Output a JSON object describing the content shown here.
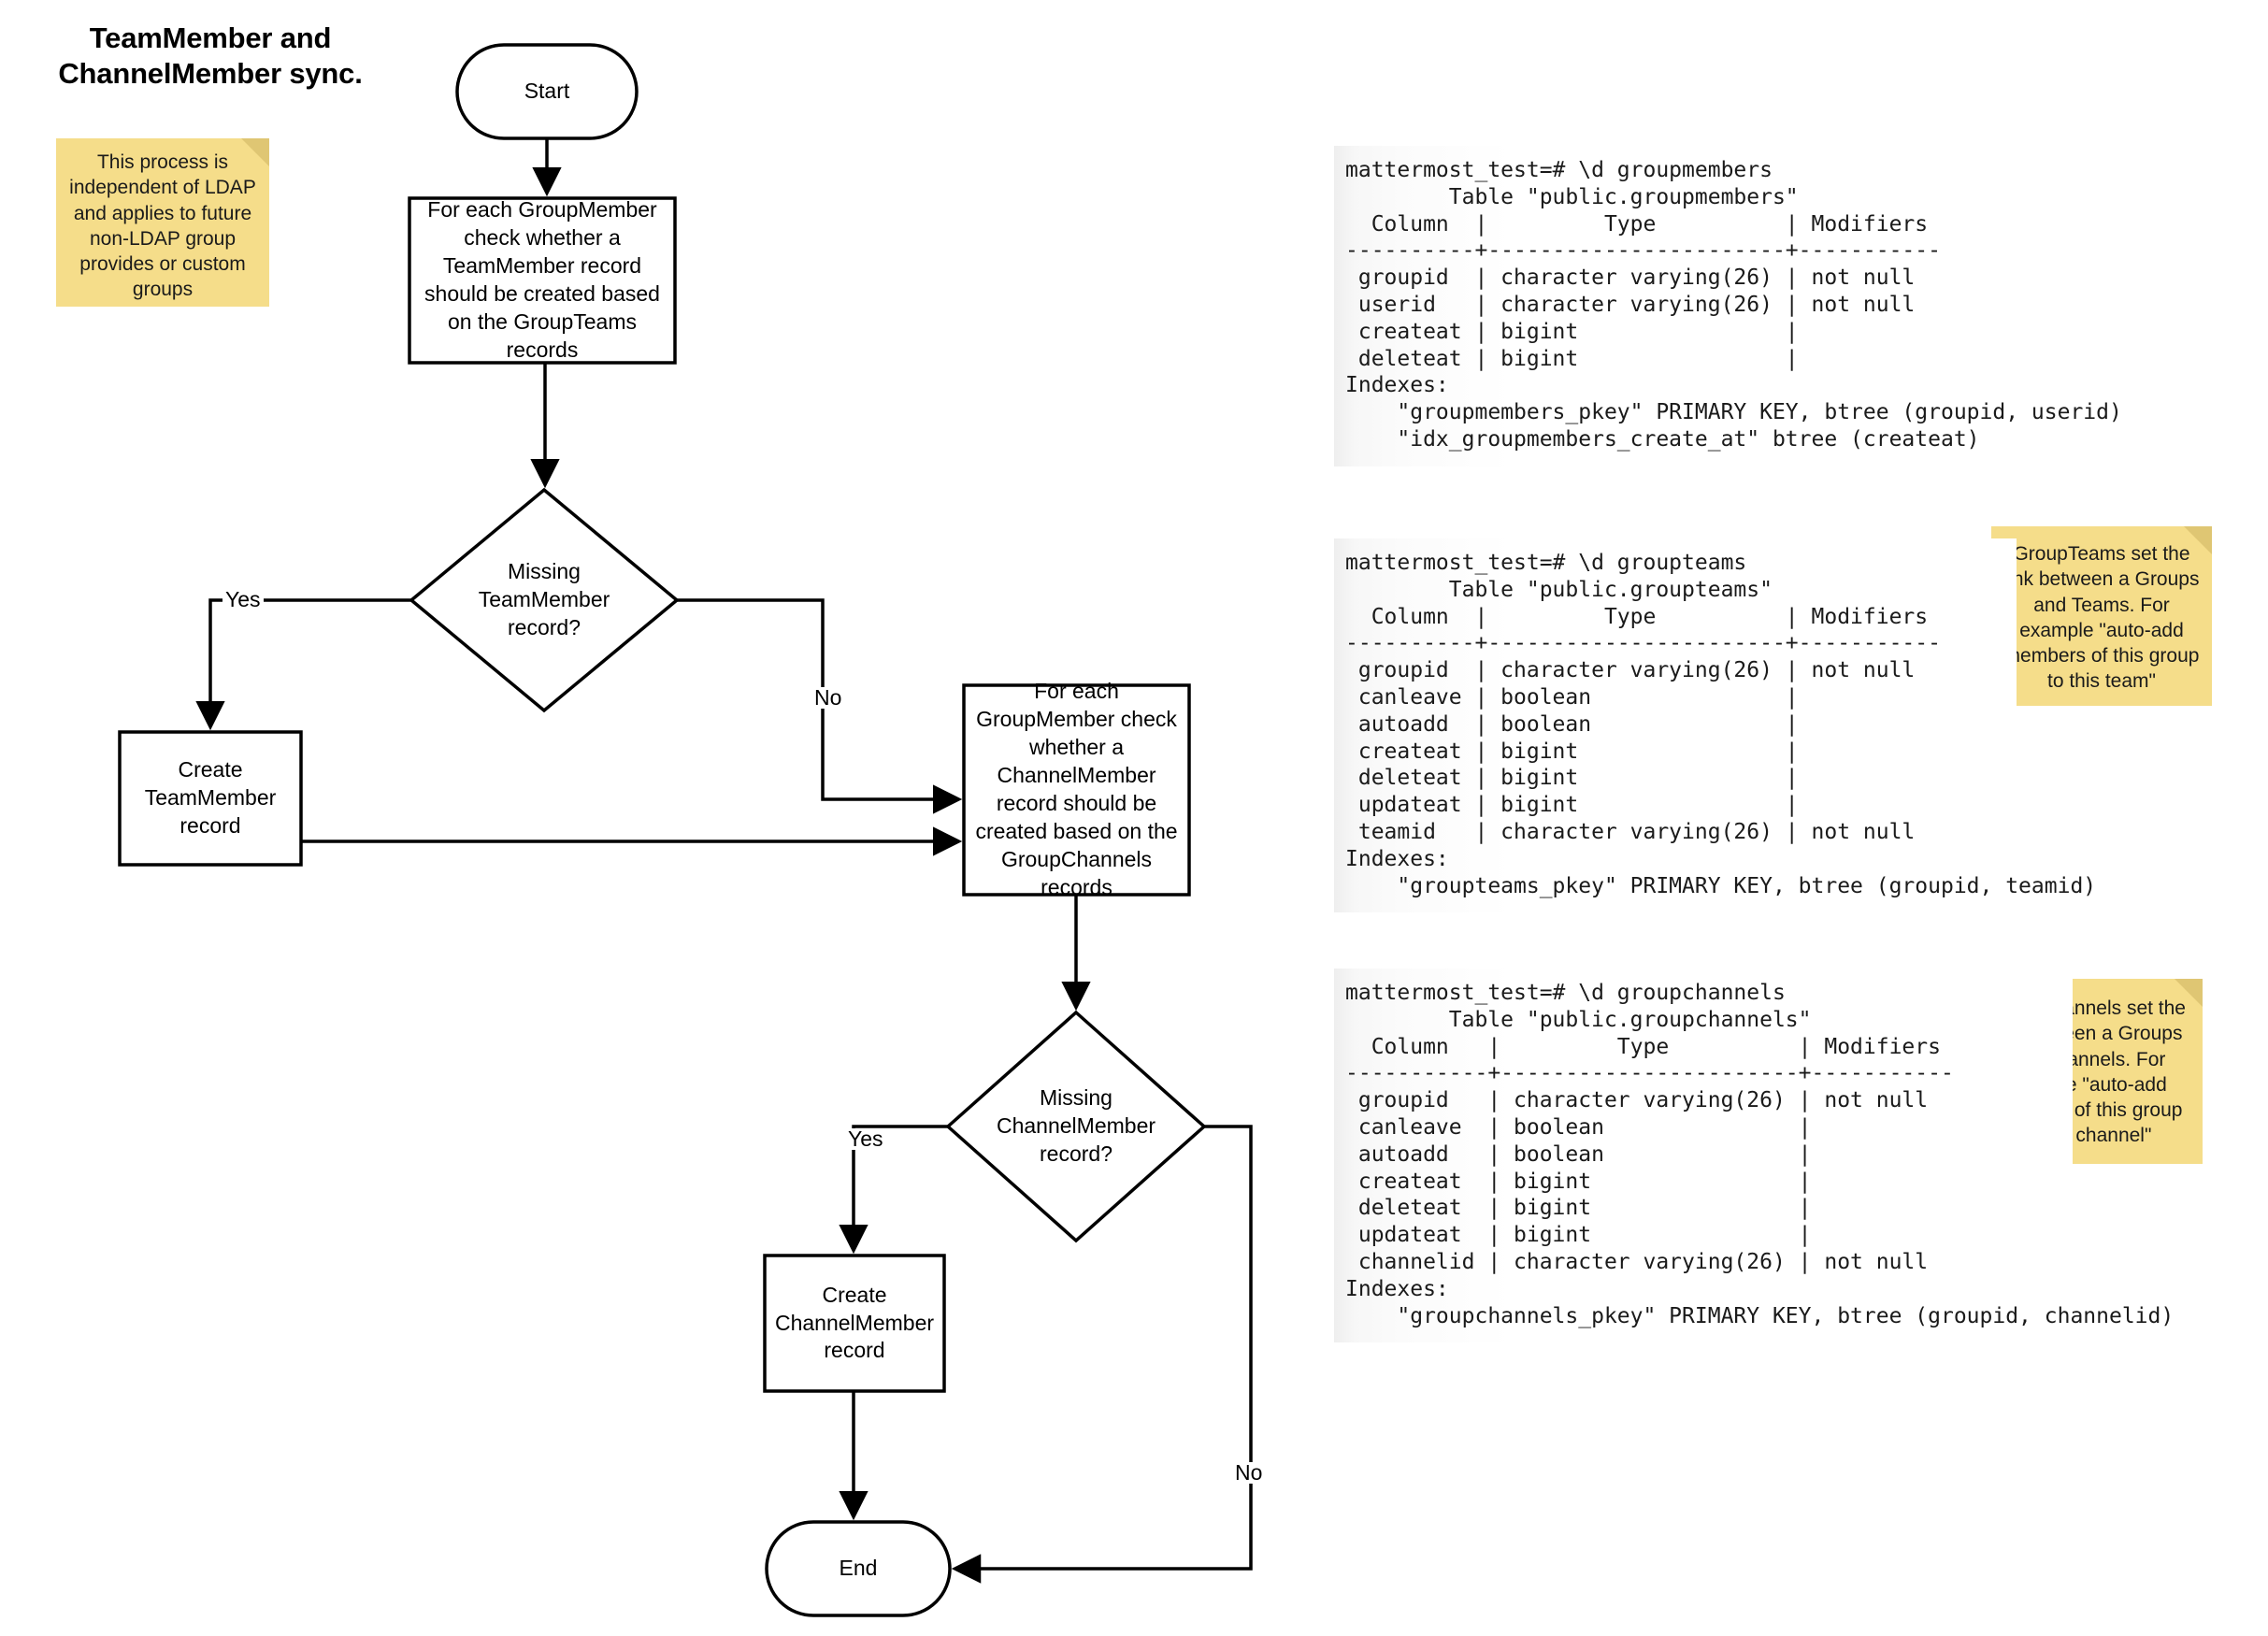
{
  "title": "TeamMember and\nChannelMember sync.",
  "notes": [
    {
      "id": "ldap-independence-note",
      "text": "This process is independent of LDAP and applies to future non-LDAP group provides or custom groups"
    },
    {
      "id": "groupteams-note",
      "text": "GroupTeams set the link between a Groups and Teams. For example \"auto-add members of this group to this team\""
    },
    {
      "id": "groupchannels-note",
      "text": "GroupChannels set the link between a Groups and Channels. For example \"auto-add members of this group to this channel\""
    }
  ],
  "flow": {
    "start": "Start",
    "process_teammember": "For each GroupMember check whether a TeamMember record should be created based on the GroupTeams records",
    "decision_teammember": "Missing TeamMember record?",
    "create_teammember": "Create TeamMember record",
    "process_channelmember": "For each GroupMember check whether a ChannelMember record should be created based on the GroupChannels records",
    "decision_channelmember": "Missing ChannelMember record?",
    "create_channelmember": "Create ChannelMember record",
    "end": "End",
    "label_yes_1": "Yes",
    "label_no_1": "No",
    "label_yes_2": "Yes",
    "label_no_2": "No"
  },
  "terminals": [
    {
      "id": "groupmembers",
      "text": "mattermost_test=# \\d groupmembers\n        Table \"public.groupmembers\"\n  Column  |         Type          | Modifiers\n----------+-----------------------+-----------\n groupid  | character varying(26) | not null\n userid   | character varying(26) | not null\n createat | bigint                |\n deleteat | bigint                |\nIndexes:\n    \"groupmembers_pkey\" PRIMARY KEY, btree (groupid, userid)\n    \"idx_groupmembers_create_at\" btree (createat)"
    },
    {
      "id": "groupteams",
      "text": "mattermost_test=# \\d groupteams\n        Table \"public.groupteams\"\n  Column  |         Type          | Modifiers\n----------+-----------------------+-----------\n groupid  | character varying(26) | not null\n canleave | boolean               |\n autoadd  | boolean               |\n createat | bigint                |\n deleteat | bigint                |\n updateat | bigint                |\n teamid   | character varying(26) | not null\nIndexes:\n    \"groupteams_pkey\" PRIMARY KEY, btree (groupid, teamid)"
    },
    {
      "id": "groupchannels",
      "text": "mattermost_test=# \\d groupchannels\n        Table \"public.groupchannels\"\n  Column   |         Type          | Modifiers\n-----------+-----------------------+-----------\n groupid   | character varying(26) | not null\n canleave  | boolean               |\n autoadd   | boolean               |\n createat  | bigint                |\n deleteat  | bigint                |\n updateat  | bigint                |\n channelid | character varying(26) | not null\nIndexes:\n    \"groupchannels_pkey\" PRIMARY KEY, btree (groupid, channelid)"
    }
  ],
  "colors": {
    "note_bg": "#f5dd8a",
    "note_fold": "#dfc673",
    "stroke": "#000000",
    "terminal_bg": "#f2f2f2"
  }
}
